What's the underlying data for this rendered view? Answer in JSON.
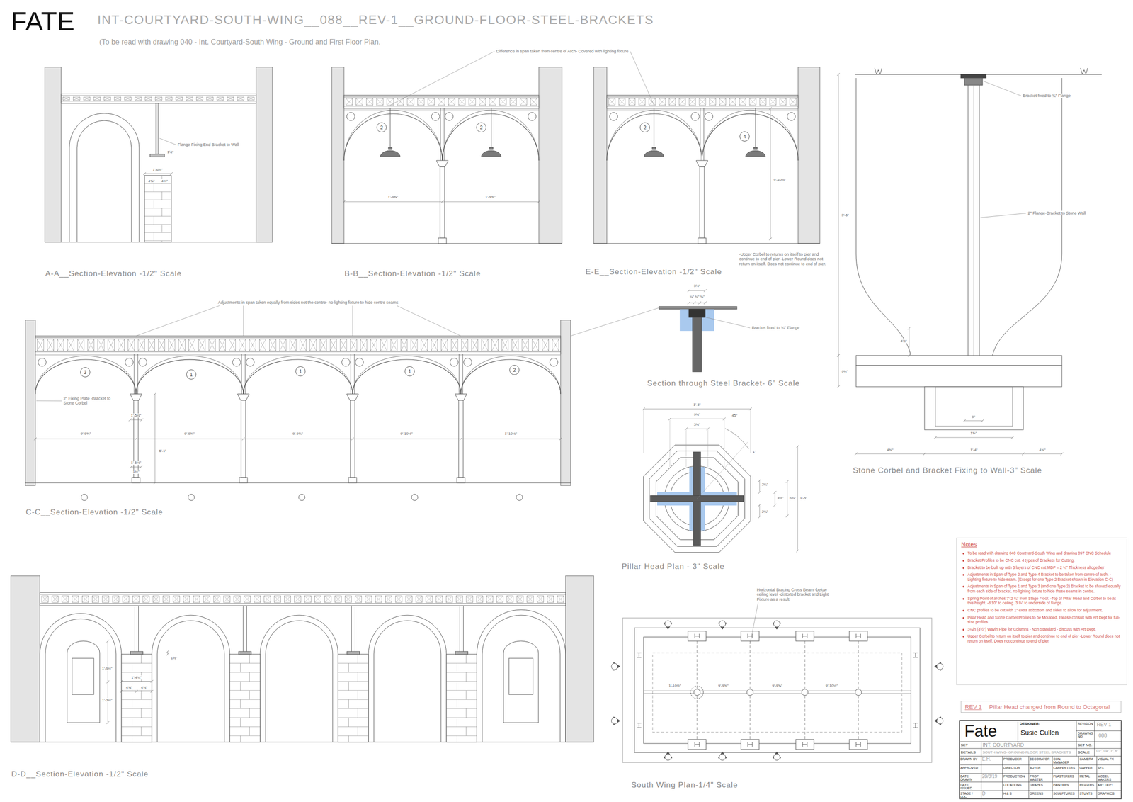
{
  "diagram": {
    "title": "INT-COURTYARD-SOUTH-WING__088__REV-1__GROUND-FLOOR-STEEL-BRACKETS",
    "nodes": [
      {
        "text": [
          "2"
        ]
      },
      {
        "text": [
          "2"
        ]
      },
      {
        "text": [
          "2"
        ]
      },
      {
        "text": [
          "4"
        ]
      },
      {
        "text": [
          "3"
        ]
      },
      {
        "text": [
          "1"
        ]
      },
      {
        "text": [
          "1"
        ]
      },
      {
        "text": [
          "1"
        ]
      },
      {
        "text": [
          "2"
        ]
      },
      {
        "text": [
          "Notes",
          "To be read with drawing 040 Courtyard-South Wing and drawing 097 CNC Schedule",
          "Bracket Profiles to be CNC cut. 4 types of Brackets for Cutting.",
          "Bracket to be built up with 5 layers of CNC cut MDF = 2 ¼\" Thickness altogether",
          "Adjustments in Span of Type 2 and Type 4 Bracket to be taken from centre of arch. - Lighting fixture to hide seam. (Except for one Type 2 Bracket shown in Elevation C-C)",
          "Adjustments in Span of Type 1 and Type 3 (and one Type 2) Bracket to be shaved equally from each side of bracket. no lighting fixture to hide these seams in centre.",
          "Spring Point of arches 7'-2 ¼\" from Stage Floor. -Top of Pillar Head and Corbel to be at this height. -8'10\" to ceiling. 3 ⅜\" to underside of flange.",
          "CNC profiles to be cut with 1\" extra at bottom and sides to allow for adjustment.",
          "Pillar Head and Stone Corbel Profiles to be Moulded. Please consult with Art Dept for full-size profiles.",
          "3¼in (4½\") Wavin Pipe for Columns - Non Standard - discuss with Art Dept.",
          "Upper Corbel to return on itself to pier and continue to end of pier -Lower Round does not return on itself. Does not continue to end of pier."
        ]
      },
      {
        "text": [
          "REV 1",
          "Pillar Head changed from Round to Octagonal"
        ]
      }
    ],
    "labels": [
      "FATE",
      "(To be read with drawing 040 - Int. Courtyard-South Wing - Ground and First Floor Plan.",
      "A-A__Section-Elevation -1/2\" Scale",
      "B-B__Section-Elevation -1/2\" Scale",
      "E-E__Section-Elevation -1/2\" Scale",
      "Section through Steel Bracket- 6\" Scale",
      "Stone Corbel and Bracket Fixing to Wall-3\" Scale",
      "C-C__Section-Elevation -1/2\" Scale",
      "Pillar Head Plan  - 3\" Scale",
      "D-D__Section-Elevation -1/2\" Scale",
      "South Wing Plan-1/4\" Scale",
      "Flange Fixing End Bracket to Wall",
      "Difference in span taken from centre of Arch- Covered with lighting fixture",
      "Adjustments in span taken equally from sides not the centre- no lighting fixture to hide centre seams",
      "2\" Fixing Plate -Bracket to Stone Corbel",
      "Bracket fixed to ¾\" Flange",
      "2\" Flange-Bracket to Stone Wall",
      "-Upper Corbel to returns on itself to pier and continue to end of pier -Lower Round does not return on itself. Does not continue to end of pier.",
      "Bracket fixed to ¾\" Flange",
      "Horizontal Bracing Cross Beam -below ceiling level -distorted bracket and Light Fixture as a result",
      "1½\"",
      "1'-6½\"",
      "4⅝\"",
      "4⅝\"",
      "1'-9⅝\"",
      "1'-9⅝\"",
      "9'-10½\"",
      "9'-9⅝\"",
      "9'-9⅝\"",
      "9'-9⅝\"",
      "9'-10½\"",
      "1'-10½\"",
      "1'-5½\"",
      "6'-1\"",
      "1'-5½\"",
      "1½\"",
      "1½\"",
      "1'-4¾\"",
      "4⅝\"",
      "4⅝\"",
      "1'-3½\"",
      "1'-9½\"",
      "3'-6\"",
      "4½\"",
      "9½\"",
      "9\"",
      "1⅝\"",
      "1'-4\"",
      "4⅝\"",
      "4⅝\"",
      "1'-5\"",
      "9½\"",
      "3½\"",
      "45°",
      "1\"",
      "2¼\"",
      "2¼\"",
      "3½\"",
      "6¾\"",
      "1'-5\"",
      "3½\"",
      "¾\" ¾\" ¾\"",
      "1'-10½\"",
      "9'-9⅝\"",
      "9'-9⅝\"",
      "9'-10½\"",
      "Fate",
      "DESIGNER:",
      "Susie Cullen",
      "REVISION",
      "REV 1",
      "DRAWING NO.",
      "088",
      "SET",
      "INT. COURTYARD",
      "SET NO.",
      "DETAILS",
      "SOUTH WING- GROUND FLOOR STEEL BRACKETS",
      "SCALE",
      "1/2\", 1/4\", 3\", 6\"",
      "DRAWN BY",
      "E.H.",
      "PRODUCER",
      "DECORATOR",
      "CON. MANAGER",
      "CAMERA",
      "VISUAL FX",
      "APPROVED",
      "DIRECTOR",
      "BUYER",
      "CARPENTERS",
      "GAFFER",
      "SFX",
      "DATE DRAWN",
      "28/8/19",
      "PRODUCTION",
      "PROP MASTER",
      "PLASTERERS",
      "METAL",
      "MODEL MAKERS",
      "DATE ISSUED",
      "LOCATIONS",
      "GRAPES",
      "PAINTERS",
      "RIGGERS",
      "ART DEPT",
      "STAGE / LOC",
      "D",
      "H & S",
      "GREENS",
      "SCULPTURES",
      "STUNTS",
      "GRAPHICS"
    ]
  }
}
